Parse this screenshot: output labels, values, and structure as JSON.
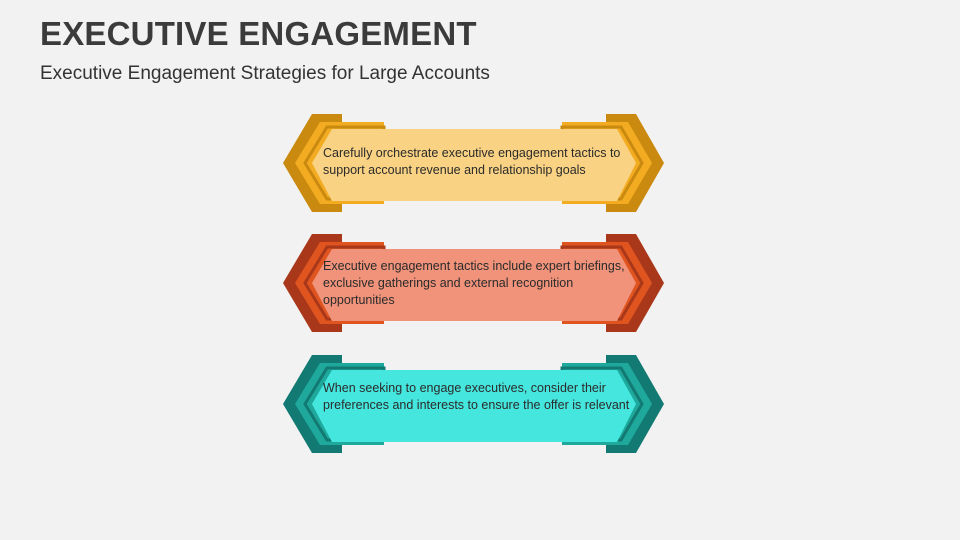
{
  "header": {
    "title": "EXECUTIVE ENGAGEMENT",
    "subtitle": "Executive Engagement Strategies for Large Accounts"
  },
  "banners": [
    {
      "text": "Carefully orchestrate executive engagement tactics to support account revenue and relationship goals",
      "colors": {
        "dark": "#c98a0f",
        "mid": "#f3ac22",
        "light": "#f9d283"
      }
    },
    {
      "text": "Executive engagement tactics include expert briefings, exclusive gatherings and external recognition opportunities",
      "colors": {
        "dark": "#a9381a",
        "mid": "#e0541f",
        "light": "#f0937a"
      }
    },
    {
      "text": "When seeking to engage executives, consider their preferences and interests to ensure the offer is relevant",
      "colors": {
        "dark": "#127a72",
        "mid": "#1fa99d",
        "light": "#45e6de"
      }
    }
  ]
}
